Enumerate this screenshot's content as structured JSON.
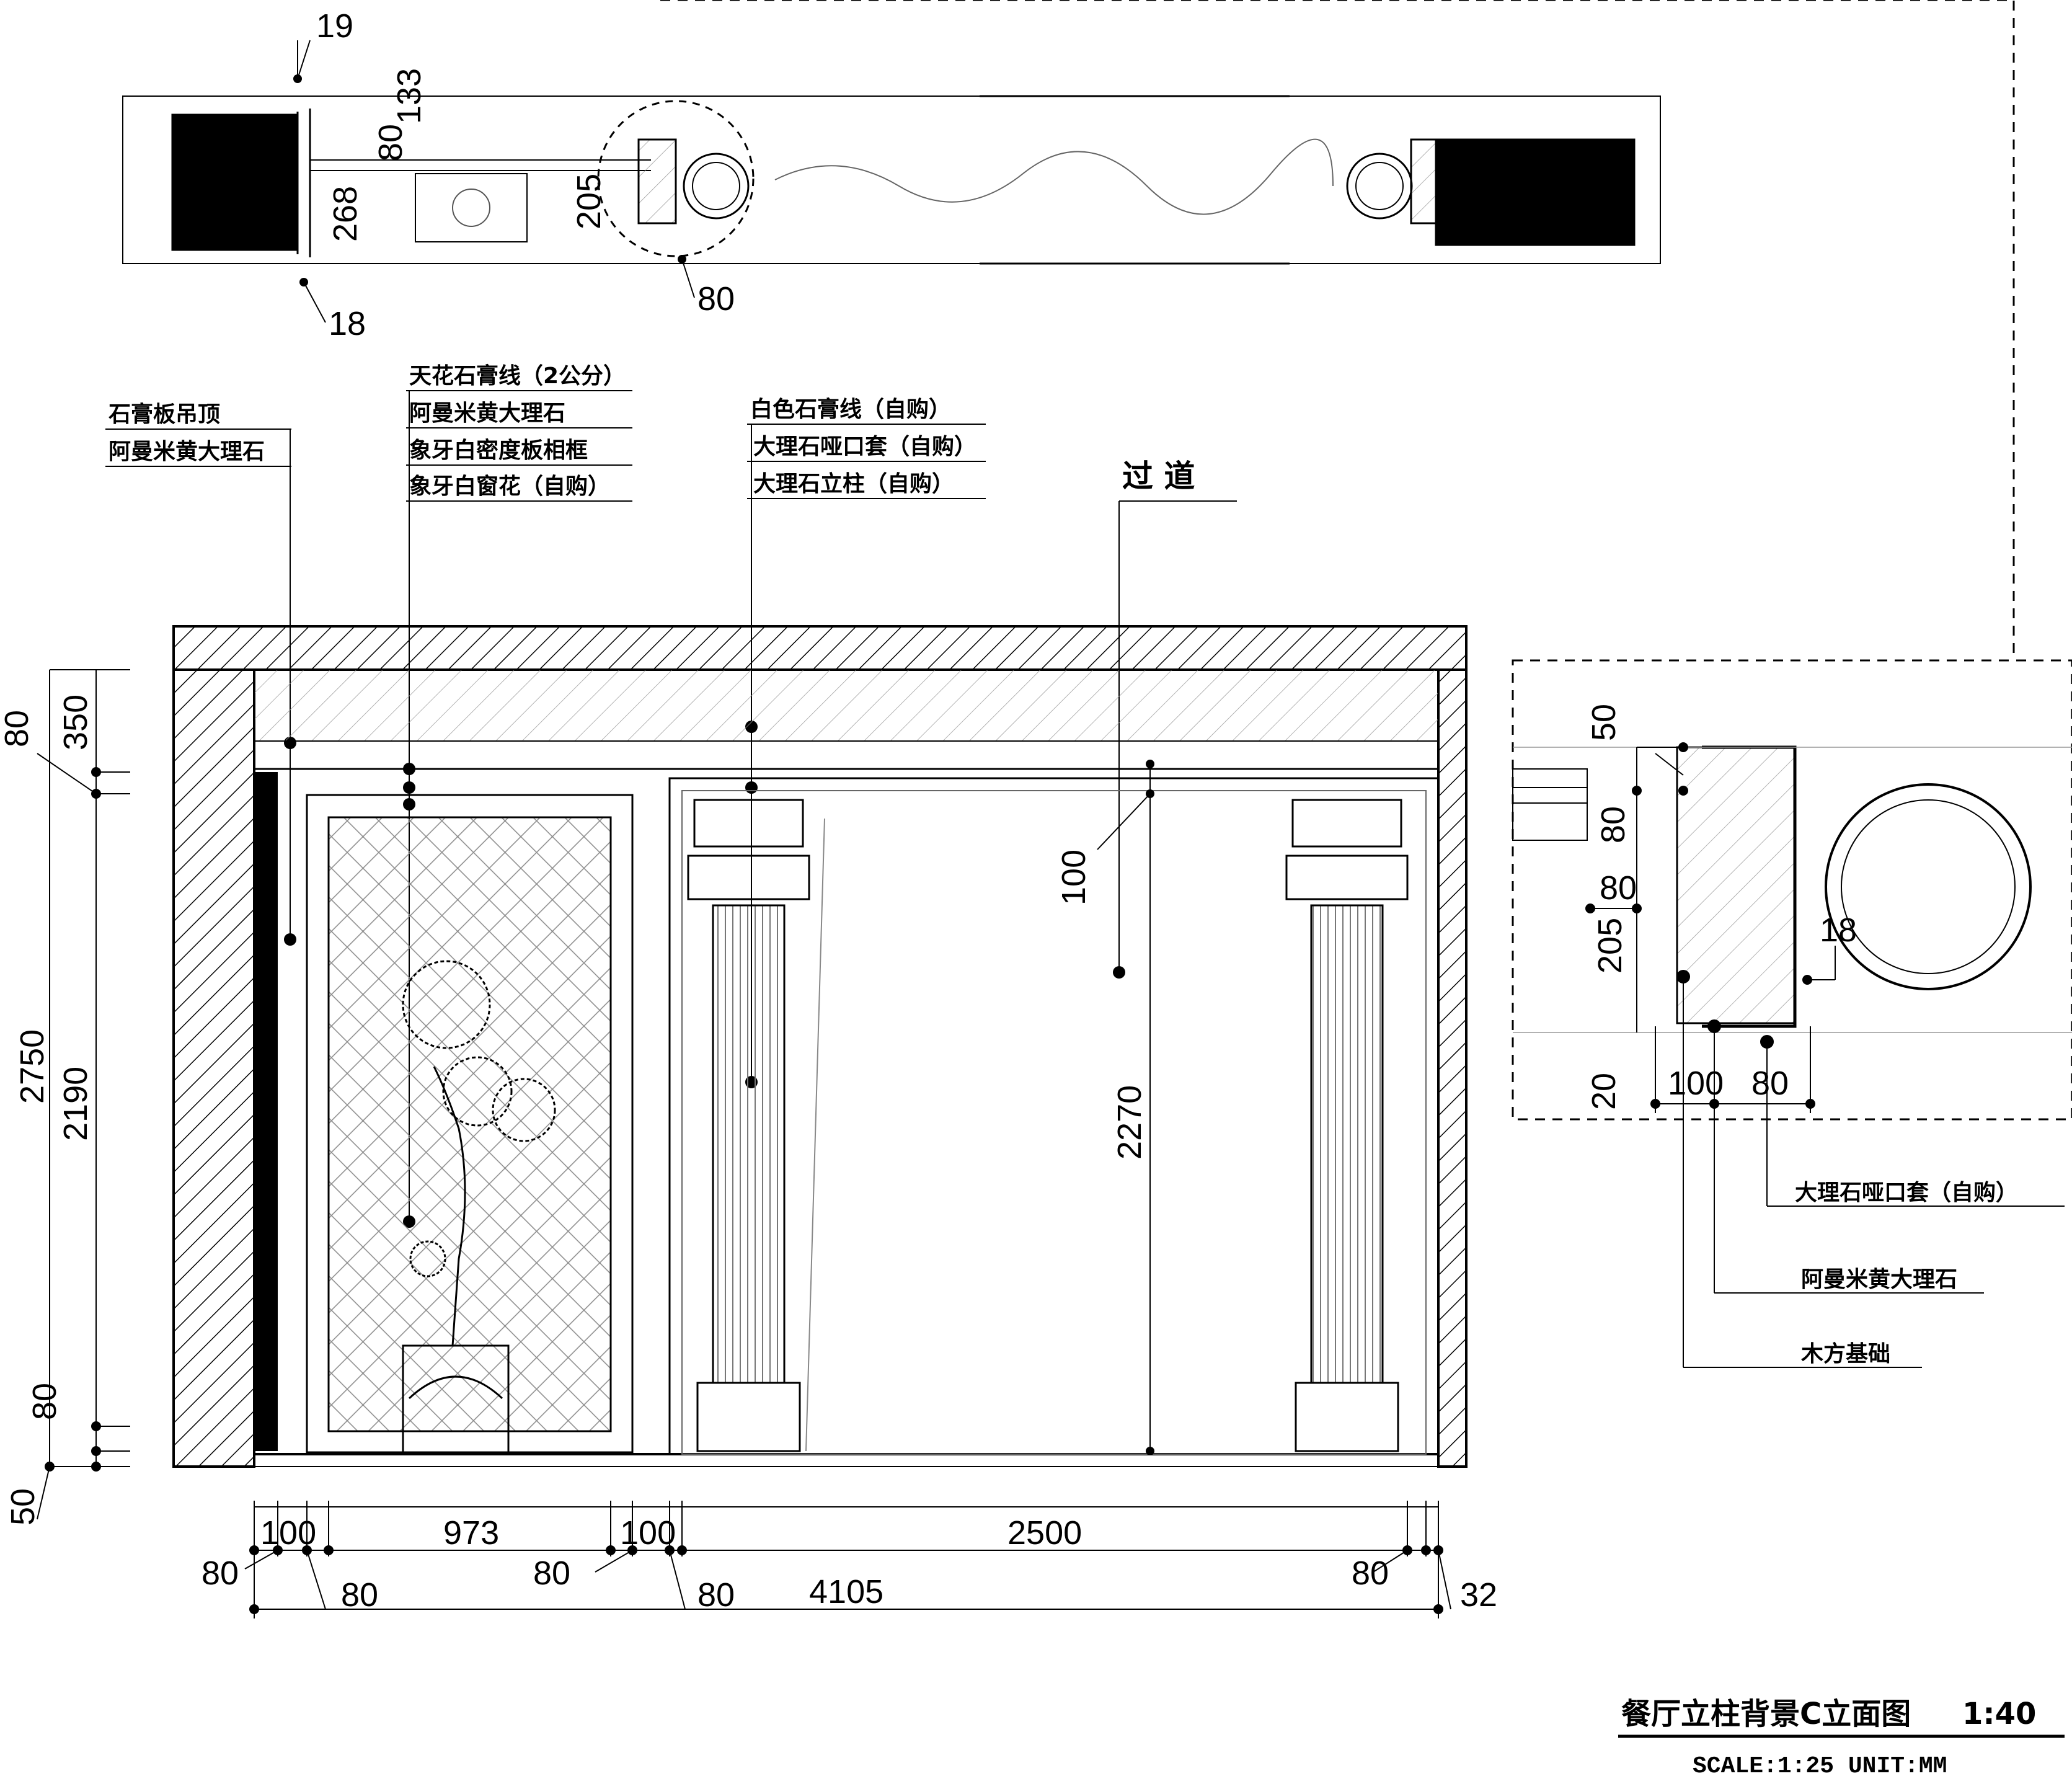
{
  "title": {
    "name": "餐厅立柱背景C立面图",
    "ratio": "1:40",
    "scale": "SCALE:1:25 UNIT:MM"
  },
  "labels": {
    "left_1": "石膏板吊顶",
    "left_2": "阿曼米黄大理石",
    "mid_1": "天花石膏线（2公分）",
    "mid_2": "阿曼米黄大理石",
    "mid_3": "象牙白密度板相框",
    "mid_4": "象牙白窗花（自购）",
    "col_1": "白色石膏线（自购）",
    "col_2": "大理石哑口套（自购）",
    "col_3": "大理石立柱（自购）",
    "passage": "过 道",
    "detail_1": "大理石哑口套（自购）",
    "detail_2": "阿曼米黄大理石",
    "detail_3": "木方基础"
  },
  "plan_dims": {
    "d19": "19",
    "d133": "133",
    "d80a": "80",
    "d268": "268",
    "d18": "18",
    "d205": "205",
    "d80b": "80"
  },
  "left_dims": {
    "d80_top": "80",
    "d350": "350",
    "d2750": "2750",
    "d2190": "2190",
    "d80_bot": "80",
    "d50": "50"
  },
  "inner_dims": {
    "d100": "100",
    "d2270": "2270"
  },
  "bottom_dims": {
    "d100a": "100",
    "d973": "973",
    "d100b": "100",
    "d2500": "2500",
    "d80a": "80",
    "d80b": "80",
    "d80c": "80",
    "d80d": "80",
    "d80e": "80",
    "d4105": "4105",
    "d32": "32"
  },
  "detail_dims": {
    "d50": "50",
    "d80a": "80",
    "d80b": "80",
    "d205": "205",
    "d18": "18",
    "d20": "20",
    "d100": "100",
    "d80c": "80"
  }
}
